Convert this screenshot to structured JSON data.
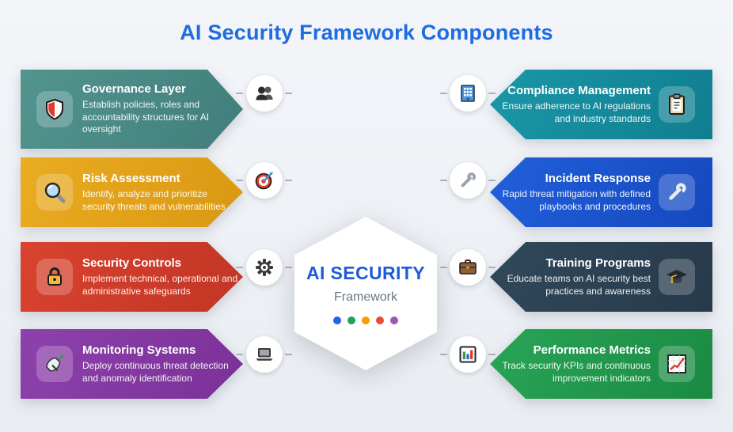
{
  "page": {
    "title": "AI Security Framework Components",
    "title_color": "#1F6BE0",
    "background": "#EDF1F5"
  },
  "center": {
    "title": "AI SECURITY",
    "subtitle": "Framework",
    "title_color": "#1D5BD8",
    "subtitle_color": "#6E7781",
    "dot_colors": [
      "#2563EB",
      "#1FA35C",
      "#F59C0B",
      "#E74C3C",
      "#9B59B6"
    ]
  },
  "cards": [
    {
      "side": "left",
      "title": "Governance Layer",
      "description": [
        "Establish policies, roles and",
        "accountability structures for AI",
        "oversight"
      ],
      "color": "#53948F",
      "color_dark": "#417E7B",
      "card_icon": "shield-icon",
      "badge_icon": "people-icon"
    },
    {
      "side": "left",
      "title": "Risk Assessment",
      "description": [
        "Identify, analyze and prioritize",
        "security threats and vulnerabilities"
      ],
      "color": "#EAAC22",
      "color_dark": "#D99812",
      "card_icon": "magnifier-icon",
      "badge_icon": "target-icon"
    },
    {
      "side": "left",
      "title": "Security Controls",
      "description": [
        "Implement technical, operational and",
        "administrative safeguards"
      ],
      "color": "#D9432F",
      "color_dark": "#C23524",
      "card_icon": "lock-icon",
      "badge_icon": "gear-icon"
    },
    {
      "side": "left",
      "title": "Monitoring Systems",
      "description": [
        "Deploy continuous threat detection",
        "and anomaly identification"
      ],
      "color": "#8E41AB",
      "color_dark": "#7A3198",
      "card_icon": "satellite-icon",
      "badge_icon": "laptop-icon"
    },
    {
      "side": "right",
      "title": "Compliance Management",
      "description": [
        "Ensure adherence to AI regulations",
        "and industry standards"
      ],
      "color": "#1A97A8",
      "color_dark": "#107E90",
      "card_icon": "clipboard-icon",
      "badge_icon": "building-icon"
    },
    {
      "side": "right",
      "title": "Incident Response",
      "description": [
        "Rapid threat mitigation with defined",
        "playbooks and procedures"
      ],
      "color": "#2160DB",
      "color_dark": "#1548BE",
      "card_icon": "wrench-icon",
      "badge_icon": "wrench-icon"
    },
    {
      "side": "right",
      "title": "Training Programs",
      "description": [
        "Educate teams on AI security best",
        "practices and awareness"
      ],
      "color": "#31485B",
      "color_dark": "#273A4B",
      "card_icon": "graduation-cap-icon",
      "badge_icon": "briefcase-icon"
    },
    {
      "side": "right",
      "title": "Performance Metrics",
      "description": [
        "Track security KPIs and continuous",
        "improvement indicators"
      ],
      "color": "#28A556",
      "color_dark": "#1B8A43",
      "card_icon": "chart-increasing-icon",
      "badge_icon": "bar-chart-icon"
    }
  ]
}
